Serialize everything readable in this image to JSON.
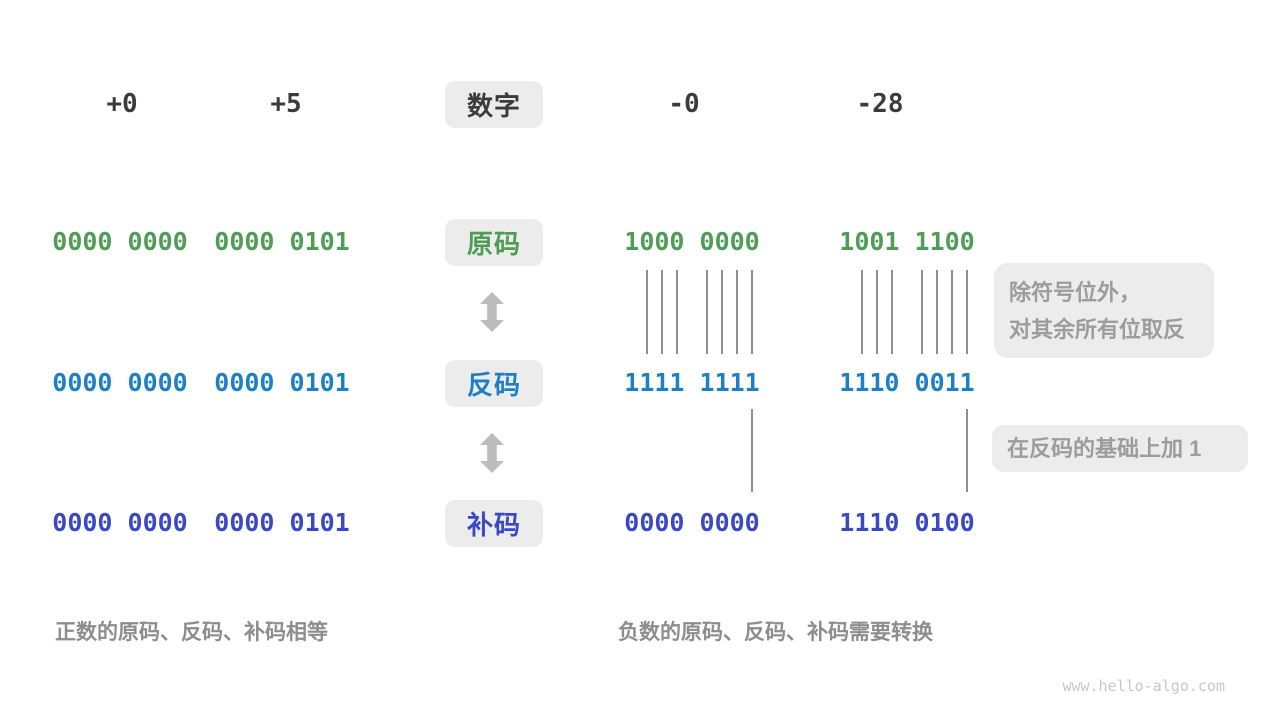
{
  "colors": {
    "green": "#4f9d55",
    "blue": "#1d80c6",
    "indigo": "#3a48c4",
    "dark": "#3b3b3b",
    "box_bg": "#ececec",
    "note_text": "#9c9c9c",
    "caption_text": "#8d8d8d",
    "line": "#8f8f8f",
    "arrow": "#bcbcbc",
    "watermark": "#c8c8c8"
  },
  "header": {
    "center_label": "数字",
    "columns": [
      "+0",
      "+5",
      "-0",
      "-28"
    ]
  },
  "rows": [
    {
      "label": "原码",
      "values": [
        "0000 0000",
        "0000 0101",
        "1000 0000",
        "1001 1100"
      ]
    },
    {
      "label": "反码",
      "values": [
        "0000 0000",
        "0000 0101",
        "1111 1111",
        "1110 0011"
      ]
    },
    {
      "label": "补码",
      "values": [
        "0000 0000",
        "0000 0101",
        "0000 0000",
        "1110 0100"
      ]
    }
  ],
  "annotations": {
    "invert_line1": "除符号位外，",
    "invert_line2": "对其余所有位取反",
    "add_one": "在反码的基础上加 1"
  },
  "captions": {
    "positive": "正数的原码、反码、补码相等",
    "negative": "负数的原码、反码、补码需要转换"
  },
  "watermark": "www.hello-algo.com"
}
